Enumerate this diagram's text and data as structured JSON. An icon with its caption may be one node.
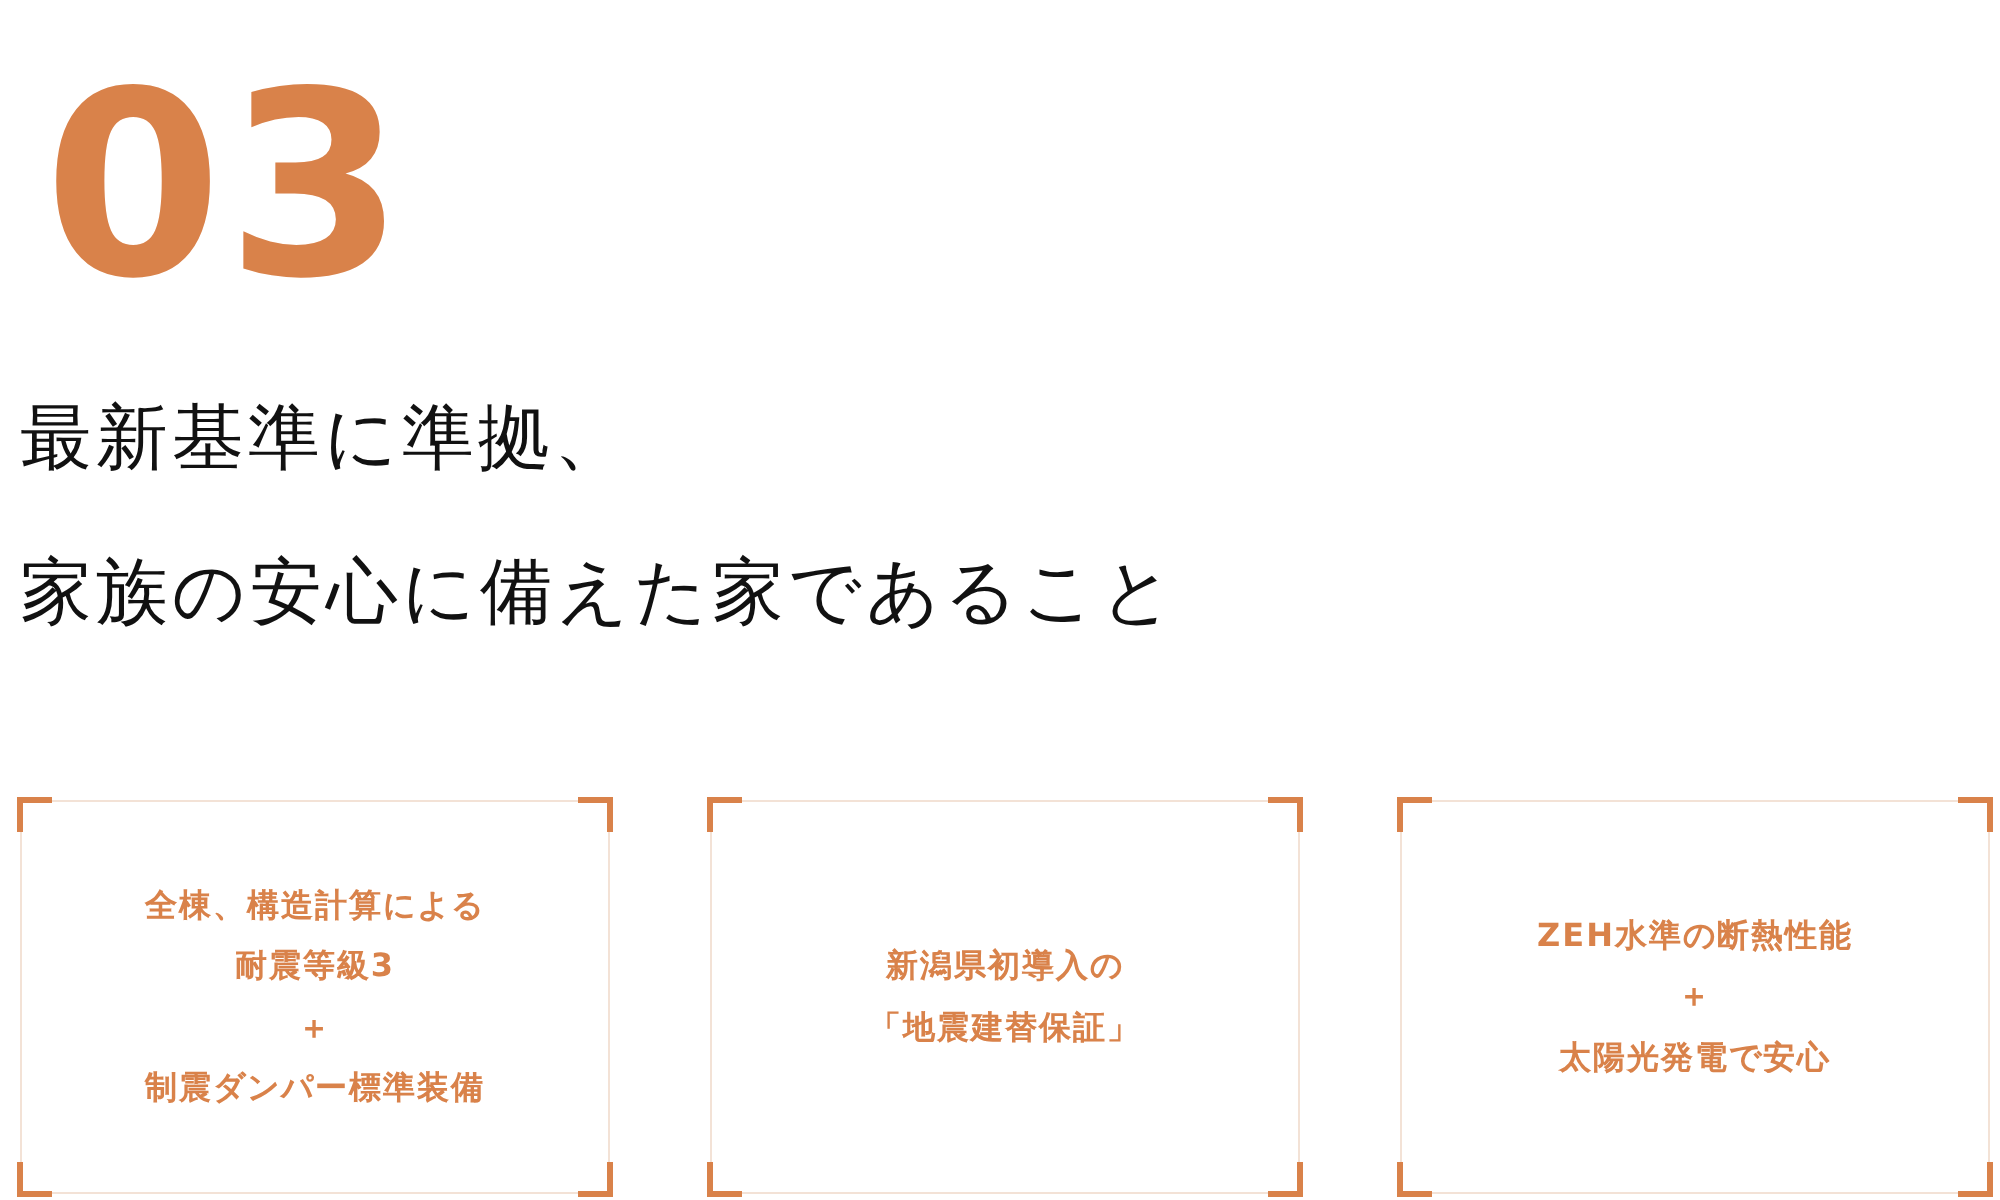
{
  "diagram": {
    "nodes": [
      {
        "text": [
          "全棟、構造計算による耐震等級3",
          "＋",
          "制震ダンパー標準装備"
        ]
      },
      {
        "text": [
          "新潟県初導入の",
          "「地震建替保証」"
        ]
      },
      {
        "text": [
          "ZEH水準の断熱性能",
          "＋",
          "太陽光発電で安心"
        ]
      }
    ],
    "labels": [
      "03",
      "最新基準に準拠、",
      "家族の安心に備えた家であること"
    ]
  }
}
